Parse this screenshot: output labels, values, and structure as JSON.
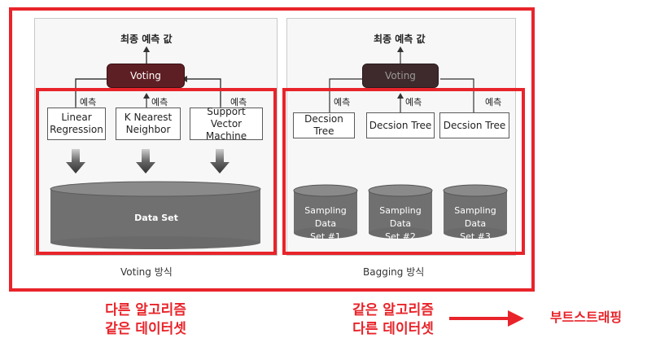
{
  "voting": {
    "final_label": "최종 예측 값",
    "voting_label": "Voting",
    "predict_label": "예측",
    "models": [
      "Linear\nRegression",
      "K Nearest\nNeighbor",
      "Support Vector\nMachine"
    ],
    "dataset_label": "Data Set",
    "caption": "Voting 방식"
  },
  "bagging": {
    "final_label": "최종 예측 값",
    "voting_label": "Voting",
    "predict_label": "예측",
    "models": [
      "Decsion Tree",
      "Decsion Tree",
      "Decsion Tree"
    ],
    "samples": [
      "Sampling Data\nSet #1",
      "Sampling Data\nSet #2",
      "Sampling Data\nSet #3"
    ],
    "caption": "Bagging 방식"
  },
  "annotations": {
    "voting_note": "다른 알고리즘\n같은 데이터셋",
    "bagging_note": "같은 알고리즘\n다른 데이터셋",
    "bootstrap": "부트스트래핑"
  },
  "colors": {
    "highlight_red": "#e8242a",
    "voting_dark": "#5e1f24",
    "voting_dim": "#3e2a2c",
    "cylinder": "#6e6e6e"
  }
}
